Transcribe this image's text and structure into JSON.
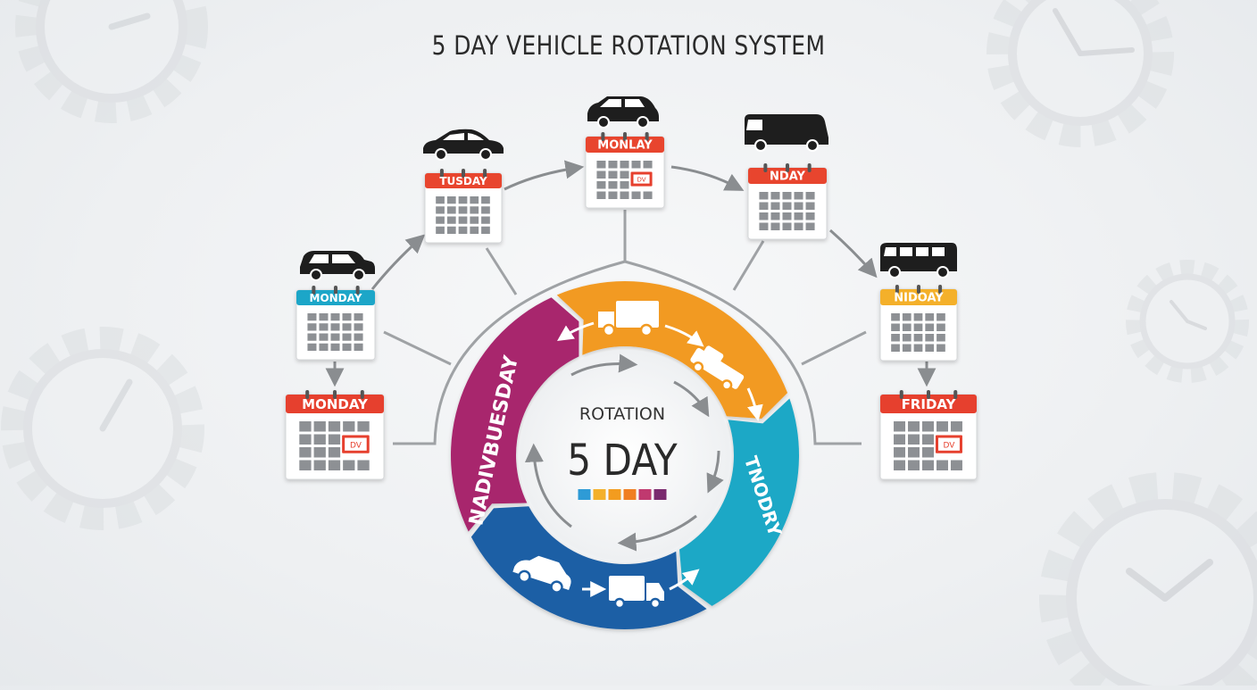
{
  "title": "5 DAY VEHICLE ROTATION SYSTEM",
  "center": {
    "subtitle": "ROTATION",
    "headline": "5 DAY",
    "swatches": [
      "#2e9bd6",
      "#f4b02a",
      "#f39c1f",
      "#f07f22",
      "#c0396f",
      "#7a2a6e"
    ]
  },
  "ring_labels": {
    "left": "NADIVBUESDAY",
    "right": "TNODRY"
  },
  "ring_colors": {
    "orange": "#f29a21",
    "teal": "#1ea8c6",
    "blue": "#1d5fa5",
    "magenta": "#a8286d",
    "ring_line": "#b7b9bb"
  },
  "calendars": [
    {
      "id": "monday-upper",
      "label": "MONDAY",
      "header_color": "#1ea6c8",
      "badge": "",
      "vehicle": "suv-icon"
    },
    {
      "id": "monday-lower",
      "label": "MONDAY",
      "header_color": "#e6402e",
      "badge": "DV",
      "vehicle": ""
    },
    {
      "id": "tuesday",
      "label": "TUSDAY",
      "header_color": "#e8442f",
      "badge": "",
      "vehicle": "sedan-icon"
    },
    {
      "id": "monday-top",
      "label": "MONLAY",
      "header_color": "#e8442f",
      "badge": "DV",
      "vehicle": "minivan-icon"
    },
    {
      "id": "nday",
      "label": "NDAY",
      "header_color": "#e8442f",
      "badge": "",
      "vehicle": "cargo-van-icon"
    },
    {
      "id": "nidoay",
      "label": "NIDOAY",
      "header_color": "#f4b02a",
      "badge": "",
      "vehicle": "passenger-van-icon"
    },
    {
      "id": "friday",
      "label": "FRIDAY",
      "header_color": "#e6402e",
      "badge": "DV",
      "vehicle": ""
    }
  ]
}
